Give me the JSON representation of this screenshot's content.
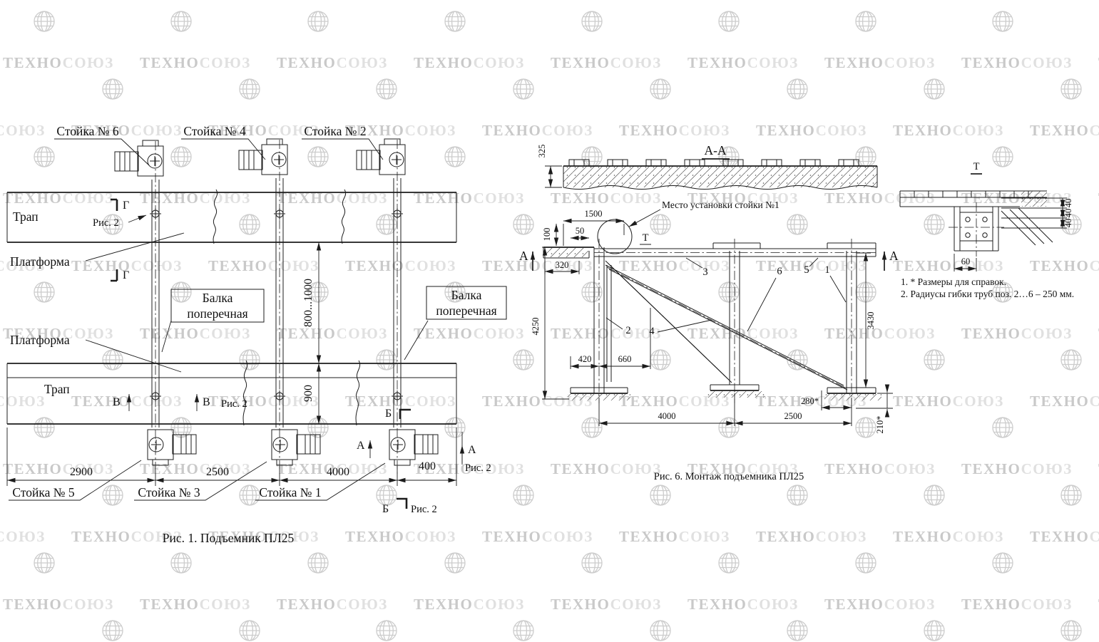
{
  "watermark": {
    "part1": "ТЕХНО",
    "part2": "СОЮЗ"
  },
  "fig1": {
    "caption": "Рис. 1. Подъемник ПЛ25",
    "stands": {
      "s1": "Стойка № 1",
      "s2": "Стойка № 2",
      "s3": "Стойка № 3",
      "s4": "Стойка № 4",
      "s5": "Стойка № 5",
      "s6": "Стойка № 6"
    },
    "parts": {
      "tram": "Трап",
      "platform": "Платформа",
      "beam_line1": "Балка",
      "beam_line2": "поперечная"
    },
    "refs": {
      "fig2": "Рис. 2"
    },
    "sections": {
      "a": "А",
      "b": "Б",
      "v": "В",
      "g": "Г"
    },
    "dims": {
      "w1": "2900",
      "w2": "2500",
      "w3": "4000",
      "w4": "400",
      "h1": "800...1000",
      "h2": "900"
    }
  },
  "fig6": {
    "caption": "Рис. 6. Монтаж подъемника ПЛ25",
    "section_title": "А-А",
    "section_mark": "А",
    "detail_mark": "Т",
    "place_label": "Место установки стойки №1",
    "positions": {
      "p1": "1",
      "p2": "2",
      "p3": "3",
      "p4": "4",
      "p5": "5",
      "p6": "6"
    },
    "dims": {
      "d325": "325",
      "d1500": "1500",
      "d100": "100",
      "d50": "50",
      "d320": "320",
      "d420": "420",
      "d660": "660",
      "d4250": "4250",
      "d3430": "3430",
      "d280": "280*",
      "d210": "210*",
      "d4000": "4000",
      "d2500": "2500"
    }
  },
  "detail_t": {
    "title": "Т",
    "dims": {
      "d40": "40",
      "d60": "60"
    },
    "notes": [
      "1. * Размеры для справок.",
      "2. Радиусы гибки труб поз. 2…6 – 250 мм."
    ]
  }
}
